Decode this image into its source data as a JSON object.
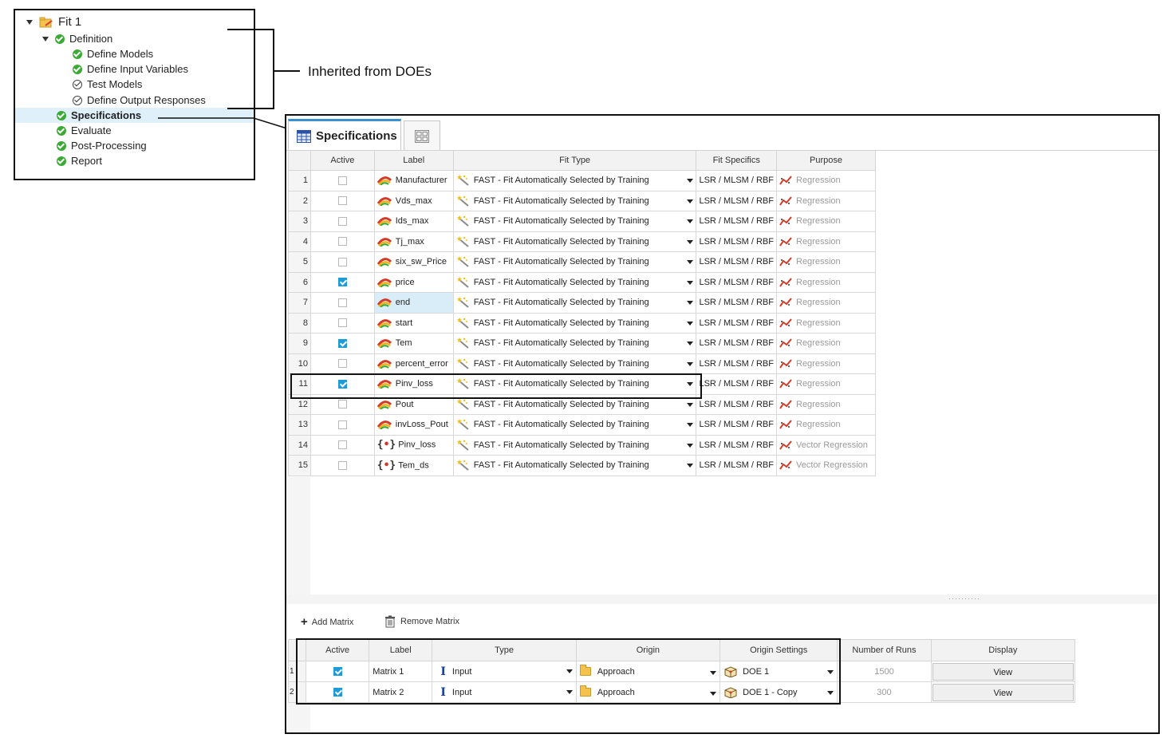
{
  "tree": {
    "fit": "Fit 1",
    "definition": "Definition",
    "children": [
      "Define Models",
      "Define Input Variables",
      "Test Models",
      "Define Output Responses"
    ],
    "specifications": "Specifications",
    "evaluate": "Evaluate",
    "post_processing": "Post-Processing",
    "report": "Report"
  },
  "annotation": "Inherited from DOEs",
  "tabs": {
    "specifications": "Specifications"
  },
  "grid": {
    "headers": [
      "Active",
      "Label",
      "Fit Type",
      "Fit Specifics",
      "Purpose"
    ],
    "rows": [
      {
        "num": "1",
        "label": "Manufacturer",
        "fit": "FAST - Fit Automatically Selected by Training",
        "spec": "LSR / MLSM / RBF",
        "purpose": "Regression"
      },
      {
        "num": "2",
        "label": "Vds_max",
        "fit": "FAST - Fit Automatically Selected by Training",
        "spec": "LSR / MLSM / RBF",
        "purpose": "Regression"
      },
      {
        "num": "3",
        "label": "Ids_max",
        "fit": "FAST - Fit Automatically Selected by Training",
        "spec": "LSR / MLSM / RBF",
        "purpose": "Regression"
      },
      {
        "num": "4",
        "label": "Tj_max",
        "fit": "FAST - Fit Automatically Selected by Training",
        "spec": "LSR / MLSM / RBF",
        "purpose": "Regression"
      },
      {
        "num": "5",
        "label": "six_sw_Price",
        "fit": "FAST - Fit Automatically Selected by Training",
        "spec": "LSR / MLSM / RBF",
        "purpose": "Regression"
      },
      {
        "num": "6",
        "label": "price",
        "fit": "FAST - Fit Automatically Selected by Training",
        "spec": "LSR / MLSM / RBF",
        "purpose": "Regression"
      },
      {
        "num": "7",
        "label": "end",
        "fit": "FAST - Fit Automatically Selected by Training",
        "spec": "LSR / MLSM / RBF",
        "purpose": "Regression"
      },
      {
        "num": "8",
        "label": "start",
        "fit": "FAST - Fit Automatically Selected by Training",
        "spec": "LSR / MLSM / RBF",
        "purpose": "Regression"
      },
      {
        "num": "9",
        "label": "Tem",
        "fit": "FAST - Fit Automatically Selected by Training",
        "spec": "LSR / MLSM / RBF",
        "purpose": "Regression"
      },
      {
        "num": "10",
        "label": "percent_error",
        "fit": "FAST - Fit Automatically Selected by Training",
        "spec": "LSR / MLSM / RBF",
        "purpose": "Regression"
      },
      {
        "num": "11",
        "label": "Pinv_loss",
        "fit": "FAST - Fit Automatically Selected by Training",
        "spec": "LSR / MLSM / RBF",
        "purpose": "Regression"
      },
      {
        "num": "12",
        "label": "Pout",
        "fit": "FAST - Fit Automatically Selected by Training",
        "spec": "LSR / MLSM / RBF",
        "purpose": "Regression"
      },
      {
        "num": "13",
        "label": "invLoss_Pout",
        "fit": "FAST - Fit Automatically Selected by Training",
        "spec": "LSR / MLSM / RBF",
        "purpose": "Regression"
      },
      {
        "num": "14",
        "label": "Pinv_loss",
        "fit": "FAST - Fit Automatically Selected by Training",
        "spec": "LSR / MLSM / RBF",
        "purpose": "Vector Regression"
      },
      {
        "num": "15",
        "label": "Tem_ds",
        "fit": "FAST - Fit Automatically Selected by Training",
        "spec": "LSR / MLSM / RBF",
        "purpose": "Vector Regression"
      }
    ]
  },
  "toolbar": {
    "add": "Add Matrix",
    "remove": "Remove Matrix"
  },
  "matrix": {
    "headers": [
      "Active",
      "Label",
      "Type",
      "Origin",
      "Origin Settings",
      "Number of Runs",
      "Display"
    ],
    "rows": [
      {
        "num": "1",
        "label": "Matrix 1",
        "type": "Input",
        "origin": "Approach",
        "settings": "DOE 1",
        "runs": "1500",
        "display": "View"
      },
      {
        "num": "2",
        "label": "Matrix 2",
        "type": "Input",
        "origin": "Approach",
        "settings": "DOE 1 - Copy",
        "runs": "300",
        "display": "View"
      }
    ]
  },
  "colors": {
    "accent": "#1f9bd7",
    "tab_accent": "#3a8fd0",
    "check_green": "#3aaa35"
  }
}
